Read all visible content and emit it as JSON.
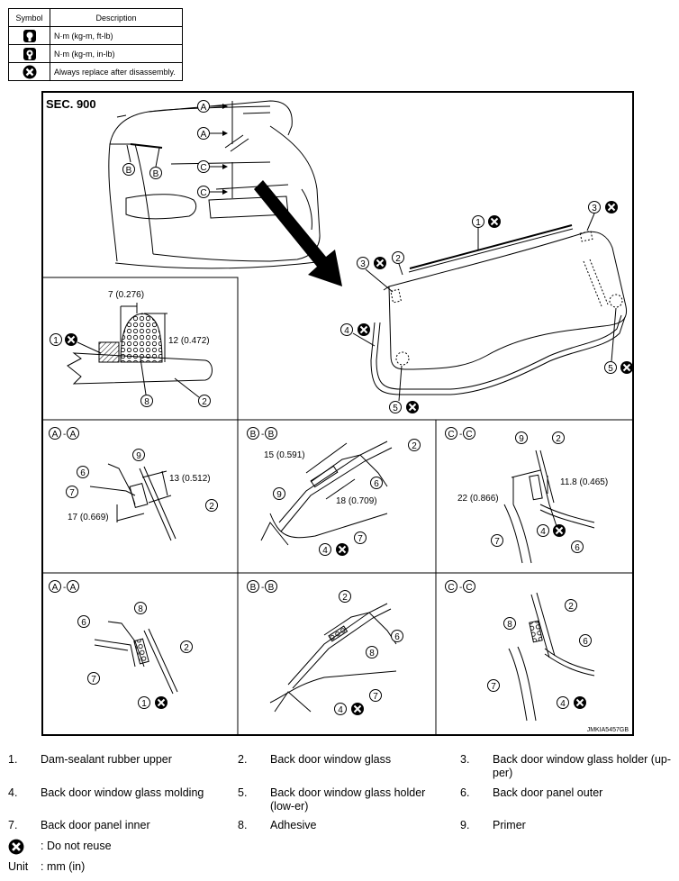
{
  "legend": {
    "header_symbol": "Symbol",
    "header_description": "Description",
    "rows": [
      {
        "icon": "torque-wrench-icon",
        "text": "N·m (kg-m, ft-lb)"
      },
      {
        "icon": "torque-wrench-small-icon",
        "text": "N·m (kg-m, in-lb)"
      },
      {
        "icon": "do-not-reuse-icon",
        "text": "Always replace after disassembly."
      }
    ]
  },
  "diagram": {
    "section": "SEC. 900",
    "code": "JMKIA5457GB",
    "section_labels": {
      "aa": [
        "A",
        "A"
      ],
      "bb": [
        "B",
        "B"
      ],
      "cc": [
        "C",
        "C"
      ]
    },
    "dimensions": {
      "d1": "7 (0.276)",
      "d2": "12 (0.472)",
      "d3": "13 (0.512)",
      "d4": "17 (0.669)",
      "d5": "15 (0.591)",
      "d6": "18 (0.709)",
      "d7": "11.8 (0.465)",
      "d8": "22 (0.866)"
    }
  },
  "parts": [
    {
      "num": "1.",
      "text": "Dam-sealant rubber upper"
    },
    {
      "num": "2.",
      "text": "Back door window glass"
    },
    {
      "num": "3.",
      "text": "Back door window glass holder (up-per)"
    },
    {
      "num": "4.",
      "text": "Back door window glass molding"
    },
    {
      "num": "5.",
      "text": "Back door window glass holder (low-er)"
    },
    {
      "num": "6.",
      "text": "Back door panel outer"
    },
    {
      "num": "7.",
      "text": "Back door panel inner"
    },
    {
      "num": "8.",
      "text": "Adhesive"
    },
    {
      "num": "9.",
      "text": "Primer"
    }
  ],
  "footer": {
    "reuse_label": ": Do not reuse",
    "unit_key": "Unit",
    "unit_value": ": mm (in)"
  },
  "colors": {
    "ink": "#000000",
    "paper": "#ffffff"
  }
}
